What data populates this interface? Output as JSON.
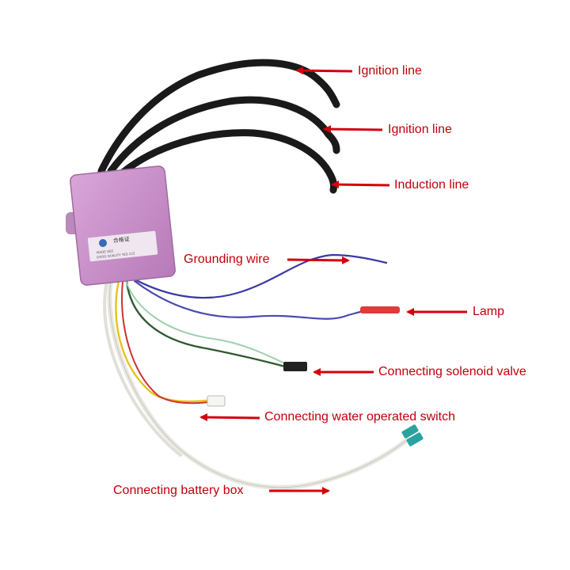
{
  "labels": {
    "ignition_line_1": "Ignition line",
    "ignition_line_2": "Ignition line",
    "induction_line": "Induction line",
    "grounding_wire": "Grounding wire",
    "lamp": "Lamp",
    "solenoid_valve": "Connecting solenoid valve",
    "water_switch": "Connecting water operated switch",
    "battery_box": "Connecting battery box"
  },
  "controller": {
    "brand_text": "合格证",
    "sticker_lines": [
      "MADE GB2",
      "GOOD QUALITY  YES  123"
    ]
  },
  "colors": {
    "label_red": "#c0000b",
    "housing": "#c98fc9",
    "cable": "#1a1a1a",
    "blue_wire": "#3a3aa0",
    "red_sleeve": "#e03a3a"
  }
}
